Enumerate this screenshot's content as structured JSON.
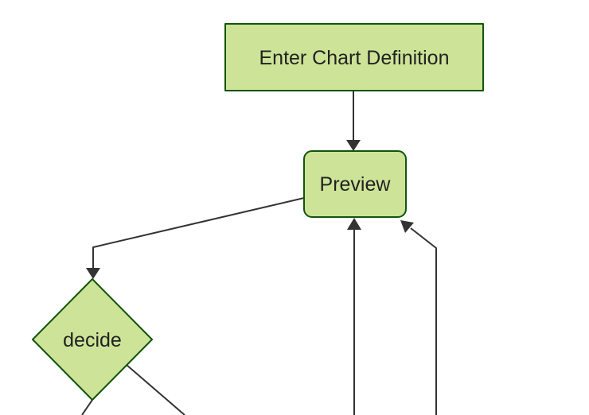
{
  "diagram": {
    "type": "flowchart",
    "direction": "top-down",
    "nodes": [
      {
        "id": "enter-chart-definition",
        "shape": "rectangle",
        "label": "Enter Chart Definition"
      },
      {
        "id": "preview",
        "shape": "rounded-rectangle",
        "label": "Preview"
      },
      {
        "id": "decide",
        "shape": "diamond",
        "label": "decide"
      }
    ],
    "edges": [
      {
        "from": "enter-chart-definition",
        "to": "preview",
        "arrowhead": true
      },
      {
        "from": "preview",
        "to": "decide",
        "arrowhead": true
      },
      {
        "from": "offscreen-bottom",
        "to": "preview",
        "arrowhead": true
      },
      {
        "from": "offscreen-bottom-right",
        "to": "preview",
        "arrowhead": true
      },
      {
        "from": "decide",
        "to": "offscreen-bottom-left",
        "arrowhead": false
      },
      {
        "from": "decide",
        "to": "offscreen-bottom-right",
        "arrowhead": false
      }
    ]
  },
  "colors": {
    "background": "#ffffff",
    "node_fill": "#cde498",
    "node_border": "#13540c",
    "edge_line": "#333333",
    "node_label": "#222222"
  }
}
